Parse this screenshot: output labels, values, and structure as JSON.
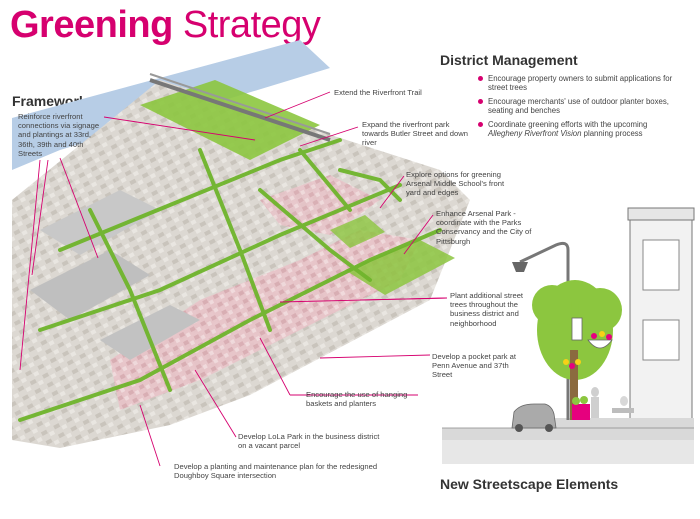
{
  "title": {
    "part1": "Greening",
    "part2": "Strategy"
  },
  "framework": {
    "heading": "Framework Plan",
    "labels": {
      "reinforce": "Reinforce riverfront connections via signage and plantings at 33rd, 36th, 39th and 40th Streets",
      "trail": "Extend the Riverfront Trail",
      "expand": "Expand the riverfront park towards Butler Street and down river",
      "arsenal_school": "Explore options for greening Arsenal Middle School's front yard and edges",
      "arsenal_park": "Enhance Arsenal Park - coordinate with the Parks Conservancy and the City of Pittsburgh",
      "street_trees": "Plant additional street trees throughout the business district and neighborhood",
      "pocket_park": "Develop a pocket park at Penn Avenue and 37th Street",
      "baskets": "Encourage the use of hanging baskets and planters",
      "lola": "Develop LoLa Park in the business district on a vacant parcel",
      "doughboy": "Develop a planting and maintenance plan for the redesigned Doughboy Square intersection"
    }
  },
  "district": {
    "heading": "District Management",
    "items": [
      {
        "text": "Encourage property owners to submit applications for street trees"
      },
      {
        "text": "Encourage merchants' use of outdoor planter boxes, seating and benches"
      },
      {
        "text_before": "Coordinate greening efforts with the upcoming ",
        "text_em": "Allegheny Riverfront Vision",
        "text_after": " planning process"
      }
    ]
  },
  "streetscape": {
    "heading": "New Streetscape Elements"
  },
  "colors": {
    "accent": "#d6006f",
    "green": "#8cc63f",
    "dark_green": "#3f8a2e",
    "river": "#b7cde6",
    "building": "#d9d6d0",
    "building_pink": "#e6bcc2"
  }
}
